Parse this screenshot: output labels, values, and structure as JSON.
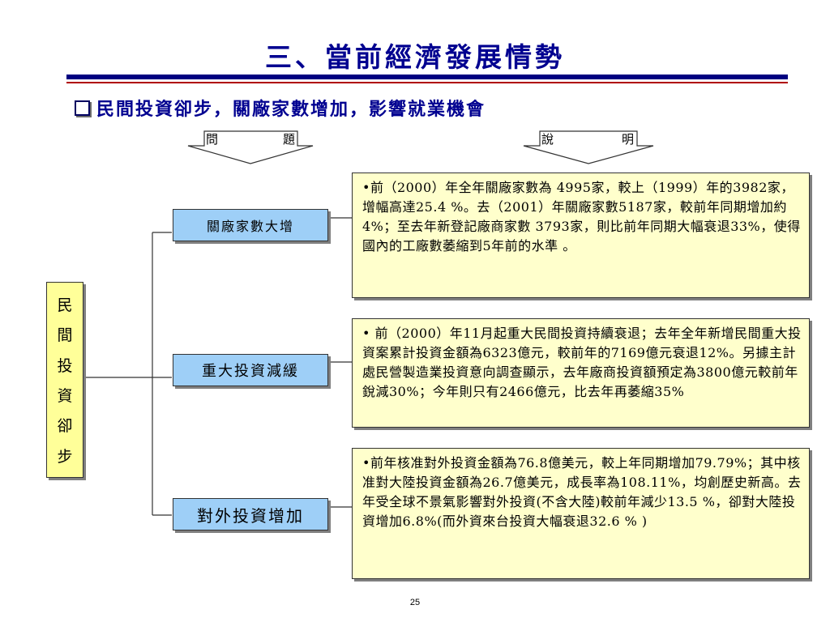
{
  "title": "三、當前經濟發展情勢",
  "subtitle": "民間投資卻步，關廠家數增加，影響就業機會",
  "headers": {
    "problem": [
      "問",
      "題"
    ],
    "explanation": [
      "說",
      "明"
    ]
  },
  "root": {
    "chars": [
      "民",
      "間",
      "投",
      "資",
      "卻",
      "步"
    ]
  },
  "issues": [
    {
      "label": "關廠家數大增",
      "text": "•前（2000）年全年關廠家數為 4995家，較上（1999）年的3982家，增幅高達25.4 %。去（2001）年關廠家數5187家，較前年同期增加約4%；至去年新登記廠商家數 3793家，則比前年同期大幅衰退33%，使得國內的工廠數萎縮到5年前的水準 。"
    },
    {
      "label": "重大投資減緩",
      "text": "• 前（2000）年11月起重大民間投資持續衰退；去年全年新增民間重大投資案累計投資金額為6323億元，較前年的7169億元衰退12%。另據主計處民營製造業投資意向調查顯示，去年廠商投資額預定為3800億元較前年銳減30%；今年則只有2466億元，比去年再萎縮35%"
    },
    {
      "label": "對外投資增加",
      "text": "•前年核准對外投資金額為76.8億美元，較上年同期增加79.79%；其中核准對大陸投資金額為26.7億美元，成長率為108.11%，均創歷史新高。去年受全球不景氣影響對外投資(不含大陸)較前年減少13.5 %，卻對大陸投資增加6.8%(而外資來台投資大幅衰退32.6 % )"
    }
  ],
  "page_number": "25",
  "colors": {
    "title": "#000090",
    "rule": "#000080",
    "category_box": "#9ecff7",
    "root_box": "#ffff99",
    "desc_box": "#ffffcc"
  }
}
